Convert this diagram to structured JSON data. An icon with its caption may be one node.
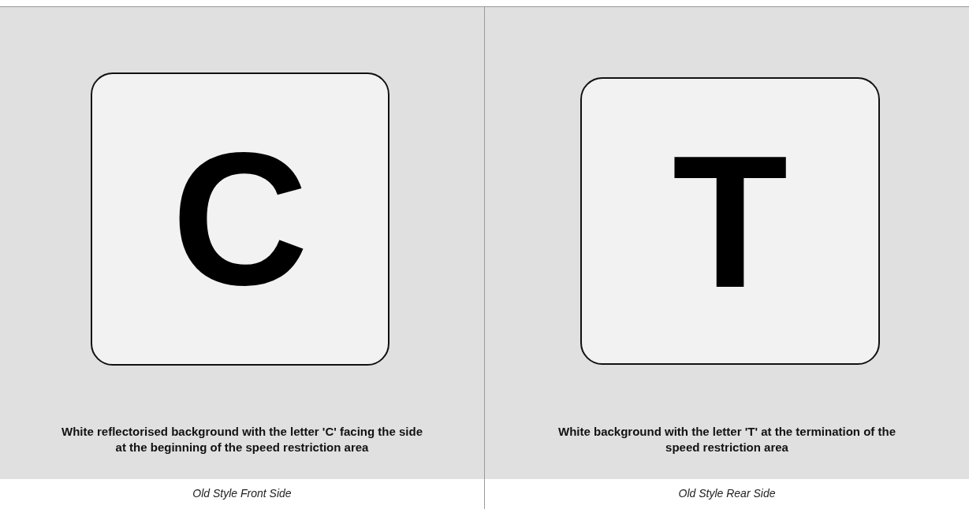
{
  "diagram": {
    "nodes": [
      {
        "text": [
          "C"
        ]
      },
      {
        "text": [
          "T"
        ]
      }
    ],
    "edges": [],
    "labels": [
      "White reflectorised background with the letter 'C' facing the side at the beginning of the speed restriction area",
      "White background with the letter 'T' at the termination of the speed restriction area",
      "Old Style Front Side",
      "Old Style Rear Side"
    ]
  }
}
